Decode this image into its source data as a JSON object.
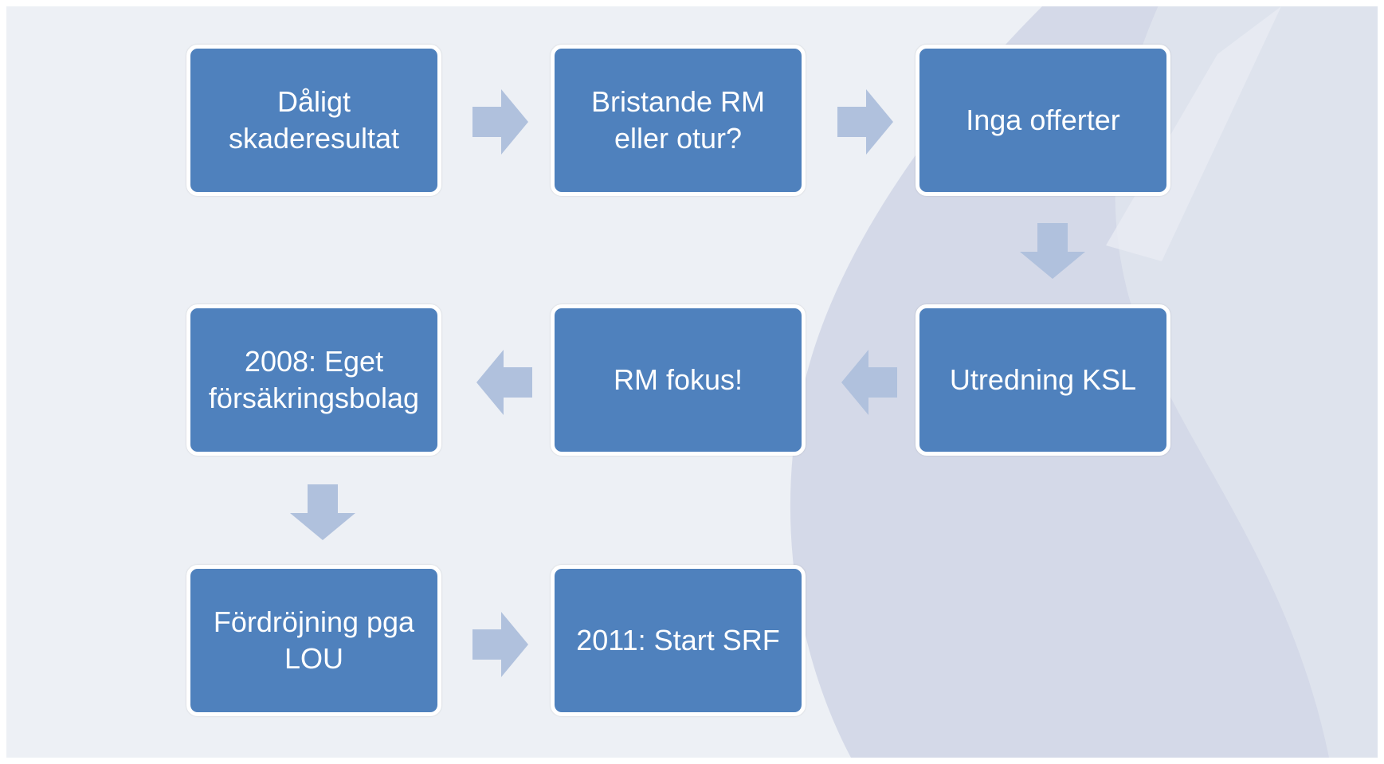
{
  "steps": [
    {
      "id": "daligt-skaderesultat",
      "label": "Dåligt skaderesultat"
    },
    {
      "id": "bristande-rm",
      "label": "Bristande RM eller otur?"
    },
    {
      "id": "inga-offerter",
      "label": "Inga offerter"
    },
    {
      "id": "utredning-ksl",
      "label": "Utredning KSL"
    },
    {
      "id": "rm-fokus",
      "label": "RM fokus!"
    },
    {
      "id": "eget-forsakringsbolag",
      "label": "2008: Eget försäkringsbolag"
    },
    {
      "id": "fordrojning-lou",
      "label": "Fördröjning pga LOU"
    },
    {
      "id": "start-srf",
      "label": "2011: Start SRF"
    }
  ],
  "colors": {
    "box_fill": "#4f81bd",
    "box_border": "#ffffff",
    "arrow_fill": "#b0c1dd",
    "background": "#edf0f5",
    "watermark": "#cfd5e5"
  }
}
